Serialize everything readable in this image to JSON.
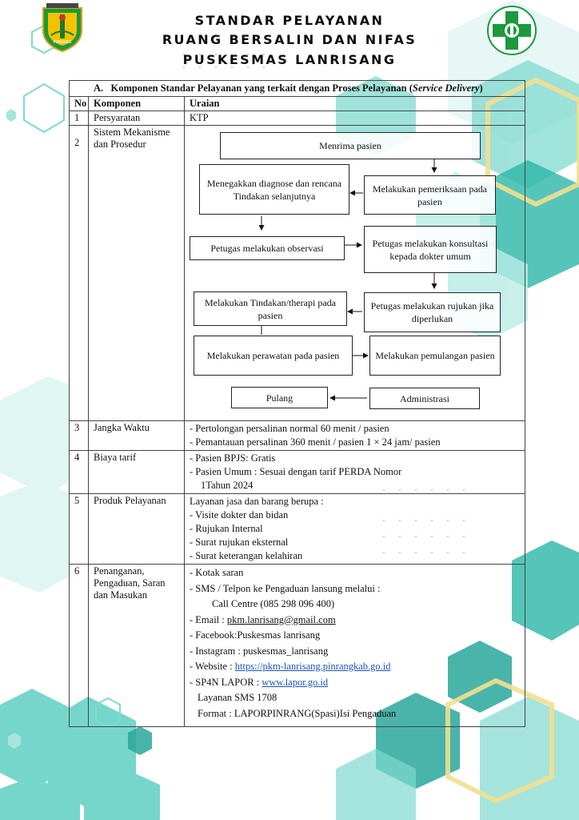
{
  "header": {
    "title_line1": "STANDAR PELAYANAN",
    "title_line2": "RUANG BERSALIN DAN NIFAS",
    "title_line3": "PUSKESMAS LANRISANG",
    "left_logo_text": "PINRANG",
    "colors": {
      "accent_teal": "#1fb3a8",
      "light_teal": "#9fe3da",
      "hex_yellow": "#f5e6a8",
      "logo_green": "#1a9a3b"
    }
  },
  "section": {
    "letter": "A.",
    "title": "Komponen Standar Pelayanan yang terkait dengan Proses Pelayanan (",
    "title_italic": "Service Delivery",
    "title_end": ")"
  },
  "table": {
    "headers": {
      "no": "No",
      "komponen": "Komponen",
      "uraian": "Uraian"
    },
    "rows": {
      "r1": {
        "no": "1",
        "komponen": "Persyaratan",
        "uraian": "KTP"
      },
      "r2": {
        "no": "2",
        "komponen": "Sistem Mekanisme dan Prosedur"
      },
      "r3": {
        "no": "3",
        "komponen": "Jangka Waktu",
        "items": [
          "- Pertolongan persalinan normal 60 menit / pasien",
          "- Pemantauan persalinan 360 menit / pasien 1 × 24 jam/ pasien"
        ]
      },
      "r4": {
        "no": "4",
        "komponen": "Biaya tarif",
        "items": [
          "- Pasien BPJS: Gratis",
          "- Pasien Umum : Sesuai dengan tarif PERDA Nomor",
          "1Tahun 2024"
        ]
      },
      "r5": {
        "no": "5",
        "komponen": "Produk Pelayanan",
        "items": [
          "Layanan jasa dan barang berupa :",
          "- Visite dokter dan bidan",
          "- Rujukan Internal",
          "- Surat rujukan eksternal",
          "- Surat keterangan kelahiran"
        ]
      },
      "r6": {
        "no": "6",
        "komponen": "Penanganan, Pengaduan, Saran dan Masukan",
        "items": {
          "kotak": "- Kotak saran",
          "sms": "- SMS / Telpon ke Pengaduan lansung melalui :",
          "callcentre": "Call Centre (085 298 096 400)",
          "email_label": "- Email : ",
          "email": "pkm.lanrisang@gmail.com",
          "facebook": "- Facebook:Puskesmas lanrisang",
          "instagram": "- Instagram : puskesmas_lanrisang",
          "website_label": "- Website : ",
          "website": "https://pkm-lanrisang.pinrangkab.go.id",
          "lapor_label": "- SP4N LAPOR : ",
          "lapor": "www.lapor.go.id",
          "sms1708": "Layanan SMS 1708",
          "format": "Format : LAPORPINRANG(Spasi)Isi Pengaduan"
        }
      }
    }
  },
  "flow": {
    "menerima": "Menrima pasien",
    "pemeriksaan": "Melakukan pemeriksaan pada pasien",
    "diagnose": "Menegakkan diagnose dan rencana Tindakan selanjutnya",
    "observasi": "Petugas melakukan observasi",
    "konsultasi": "Petugas melakukan konsultasi kepada dokter umum",
    "rujukan": "Petugas melakukan rujukan jika diperlukan",
    "tindakan": "Melakukan Tindakan/therapi pada pasien",
    "perawatan": "Melakukan perawatan pada pasien",
    "pemulangan": "Melakukan pemulangan pasien",
    "administrasi": "Administrasi",
    "pulang": "Pulang"
  }
}
